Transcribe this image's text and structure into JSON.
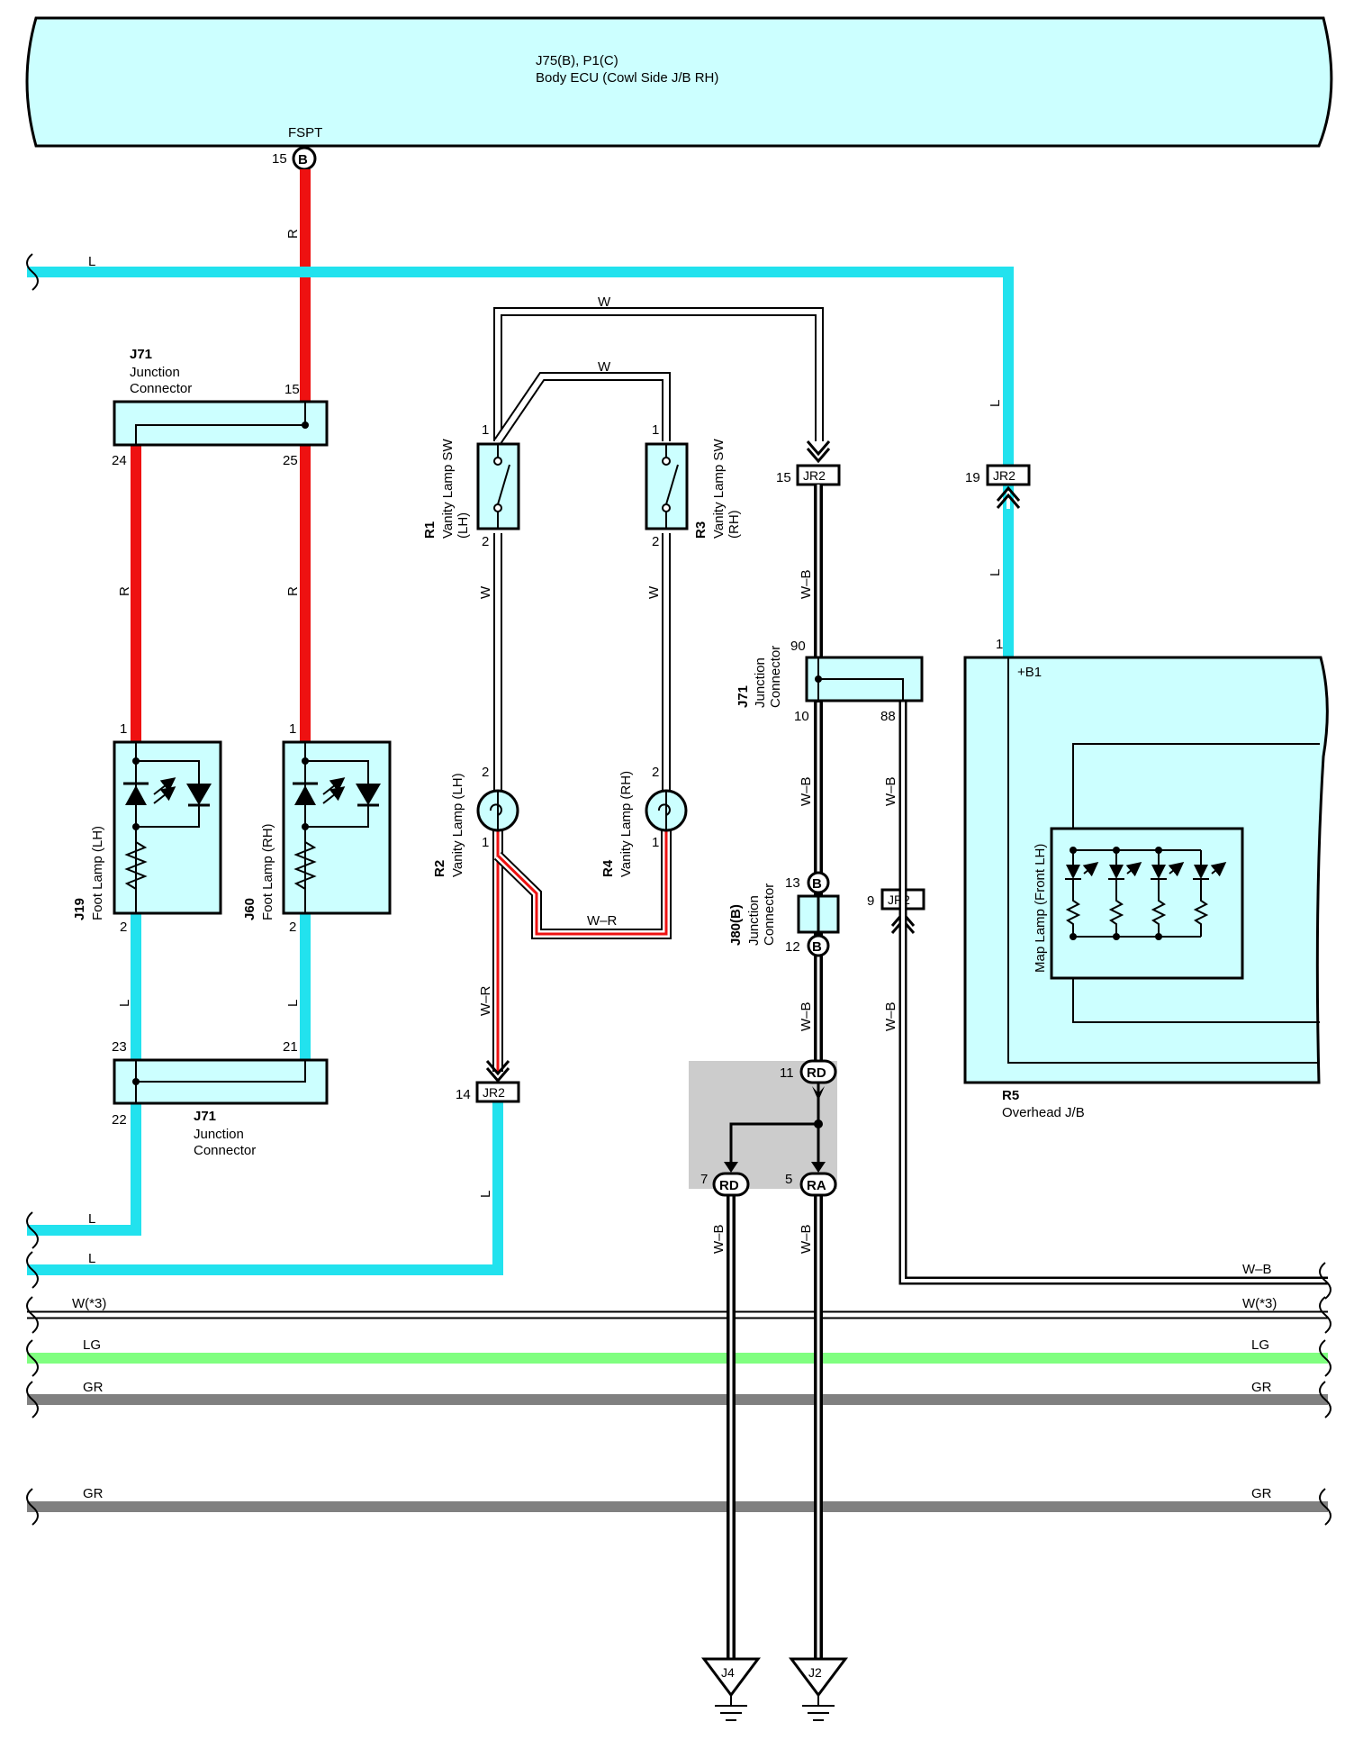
{
  "colors": {
    "ecu_fill": "#ccffff",
    "red": "#ee1111",
    "cyan": "#22e2ee",
    "light_green": "#80ff80",
    "gray": "#808080",
    "black": "#000000",
    "shade": "#cccccc"
  },
  "ecu": {
    "title": "J75(B), P1(C)",
    "subtitle": "Body ECU (Cowl Side J/B RH)",
    "pin_label": "FSPT",
    "pin": "15",
    "pin_tag": "B"
  },
  "wire_labels": {
    "r": "R",
    "l": "L",
    "w": "W",
    "wr": "W–R",
    "wb": "W–B",
    "w3": "W(*3)",
    "lg": "LG",
    "gr": "GR"
  },
  "j71_top": {
    "code": "J71",
    "name1": "Junction",
    "name2": "Connector",
    "pin_in": "15",
    "pin_a": "24",
    "pin_b": "25"
  },
  "j71_bottom": {
    "code": "J71",
    "name1": "Junction",
    "name2": "Connector",
    "pin_a": "23",
    "pin_b": "21",
    "pin_out": "22"
  },
  "j19": {
    "code": "J19",
    "name": "Foot Lamp (LH)",
    "pin1": "1",
    "pin2": "2"
  },
  "j60": {
    "code": "J60",
    "name": "Foot Lamp (RH)",
    "pin1": "1",
    "pin2": "2"
  },
  "r1": {
    "code": "R1",
    "name": "Vanity Lamp SW",
    "side": "(LH)",
    "pin1": "1",
    "pin2": "2"
  },
  "r3": {
    "code": "R3",
    "name": "Vanity Lamp SW",
    "side": "(RH)",
    "pin1": "1",
    "pin2": "2"
  },
  "r2": {
    "code": "R2",
    "name": "Vanity Lamp (LH)",
    "pin2": "2",
    "pin1": "1"
  },
  "r4": {
    "code": "R4",
    "name": "Vanity Lamp (RH)",
    "pin2": "2",
    "pin1": "1"
  },
  "jr2": {
    "tag": "JR2",
    "p15": "15",
    "p19": "19",
    "p14": "14",
    "p9": "9"
  },
  "j71_mid": {
    "code": "J71",
    "name1": "Junction",
    "name2": "Connector",
    "p90": "90",
    "p10": "10",
    "p88": "88"
  },
  "j80": {
    "code": "J80(B)",
    "name1": "Junction",
    "name2": "Connector",
    "p13": "13",
    "p12": "12",
    "tag": "B"
  },
  "splice": {
    "p11": "11",
    "tag11": "RD",
    "p7": "7",
    "tag7": "RD",
    "p5": "5",
    "tag5": "RA"
  },
  "r5": {
    "code": "R5",
    "name": "Overhead J/B",
    "pin_label": "+B1",
    "pin1": "1",
    "map_lamp": "Map Lamp (Front LH)"
  },
  "grounds": {
    "j4": "J4",
    "j2": "J2"
  }
}
